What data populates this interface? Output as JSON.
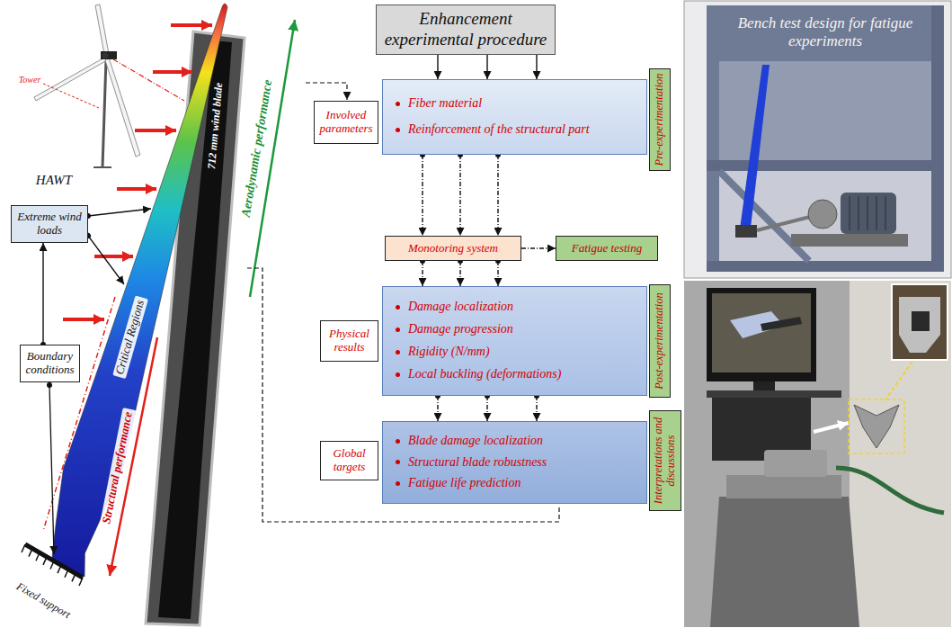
{
  "diagram": {
    "nodes": [
      {
        "text": [
          "Extreme wind loads"
        ]
      },
      {
        "text": [
          "Boundary conditions"
        ]
      },
      {
        "text": [
          "Enhancement experimental procedure"
        ]
      },
      {
        "text": [
          "Involved parameters"
        ]
      },
      {
        "text": [
          "Fiber material",
          "Reinforcement of the structural part"
        ]
      },
      {
        "text": [
          "Pre-experimentation"
        ]
      },
      {
        "text": [
          "Monotoring system"
        ]
      },
      {
        "text": [
          "Fatigue testing"
        ]
      },
      {
        "text": [
          "Physical results"
        ]
      },
      {
        "text": [
          "Damage localization",
          "Damage progression",
          "Rigidity (N/mm)",
          "Local buckling (deformations)"
        ]
      },
      {
        "text": [
          "Post-experimentation"
        ]
      },
      {
        "text": [
          "Global targets"
        ]
      },
      {
        "text": [
          "Blade damage localization",
          "Structural blade robustness",
          "Fatigue life prediction"
        ]
      },
      {
        "text": [
          "Interpretations and discussions"
        ]
      }
    ],
    "edges": [
      {
        "from": 1,
        "to": 0,
        "arrow": "to"
      },
      {
        "from": 2,
        "to": 4,
        "arrow": "to"
      },
      {
        "from": 2,
        "to": 4,
        "arrow": "to"
      },
      {
        "from": 2,
        "to": 4,
        "arrow": "to"
      },
      {
        "from": 4,
        "to": 6,
        "arrow": "to"
      },
      {
        "from": 4,
        "to": 6,
        "arrow": "to"
      },
      {
        "from": 4,
        "to": 6,
        "arrow": "to"
      },
      {
        "from": 6,
        "to": 9,
        "arrow": "to"
      },
      {
        "from": 6,
        "to": 9,
        "arrow": "to"
      },
      {
        "from": 6,
        "to": 9,
        "arrow": "to"
      },
      {
        "from": 9,
        "to": 12,
        "arrow": "to"
      },
      {
        "from": 9,
        "to": 12,
        "arrow": "to"
      },
      {
        "from": 9,
        "to": 12,
        "arrow": "to"
      },
      {
        "from": 6,
        "to": 7,
        "arrow": "to"
      }
    ],
    "labels": [
      "HAWT",
      "Tower",
      "712 mm wind blade",
      "Aerodynamic performance",
      "Critical Regions",
      "Structural performance",
      "Fixed support",
      "Bench test design for fatigue experiments"
    ]
  }
}
